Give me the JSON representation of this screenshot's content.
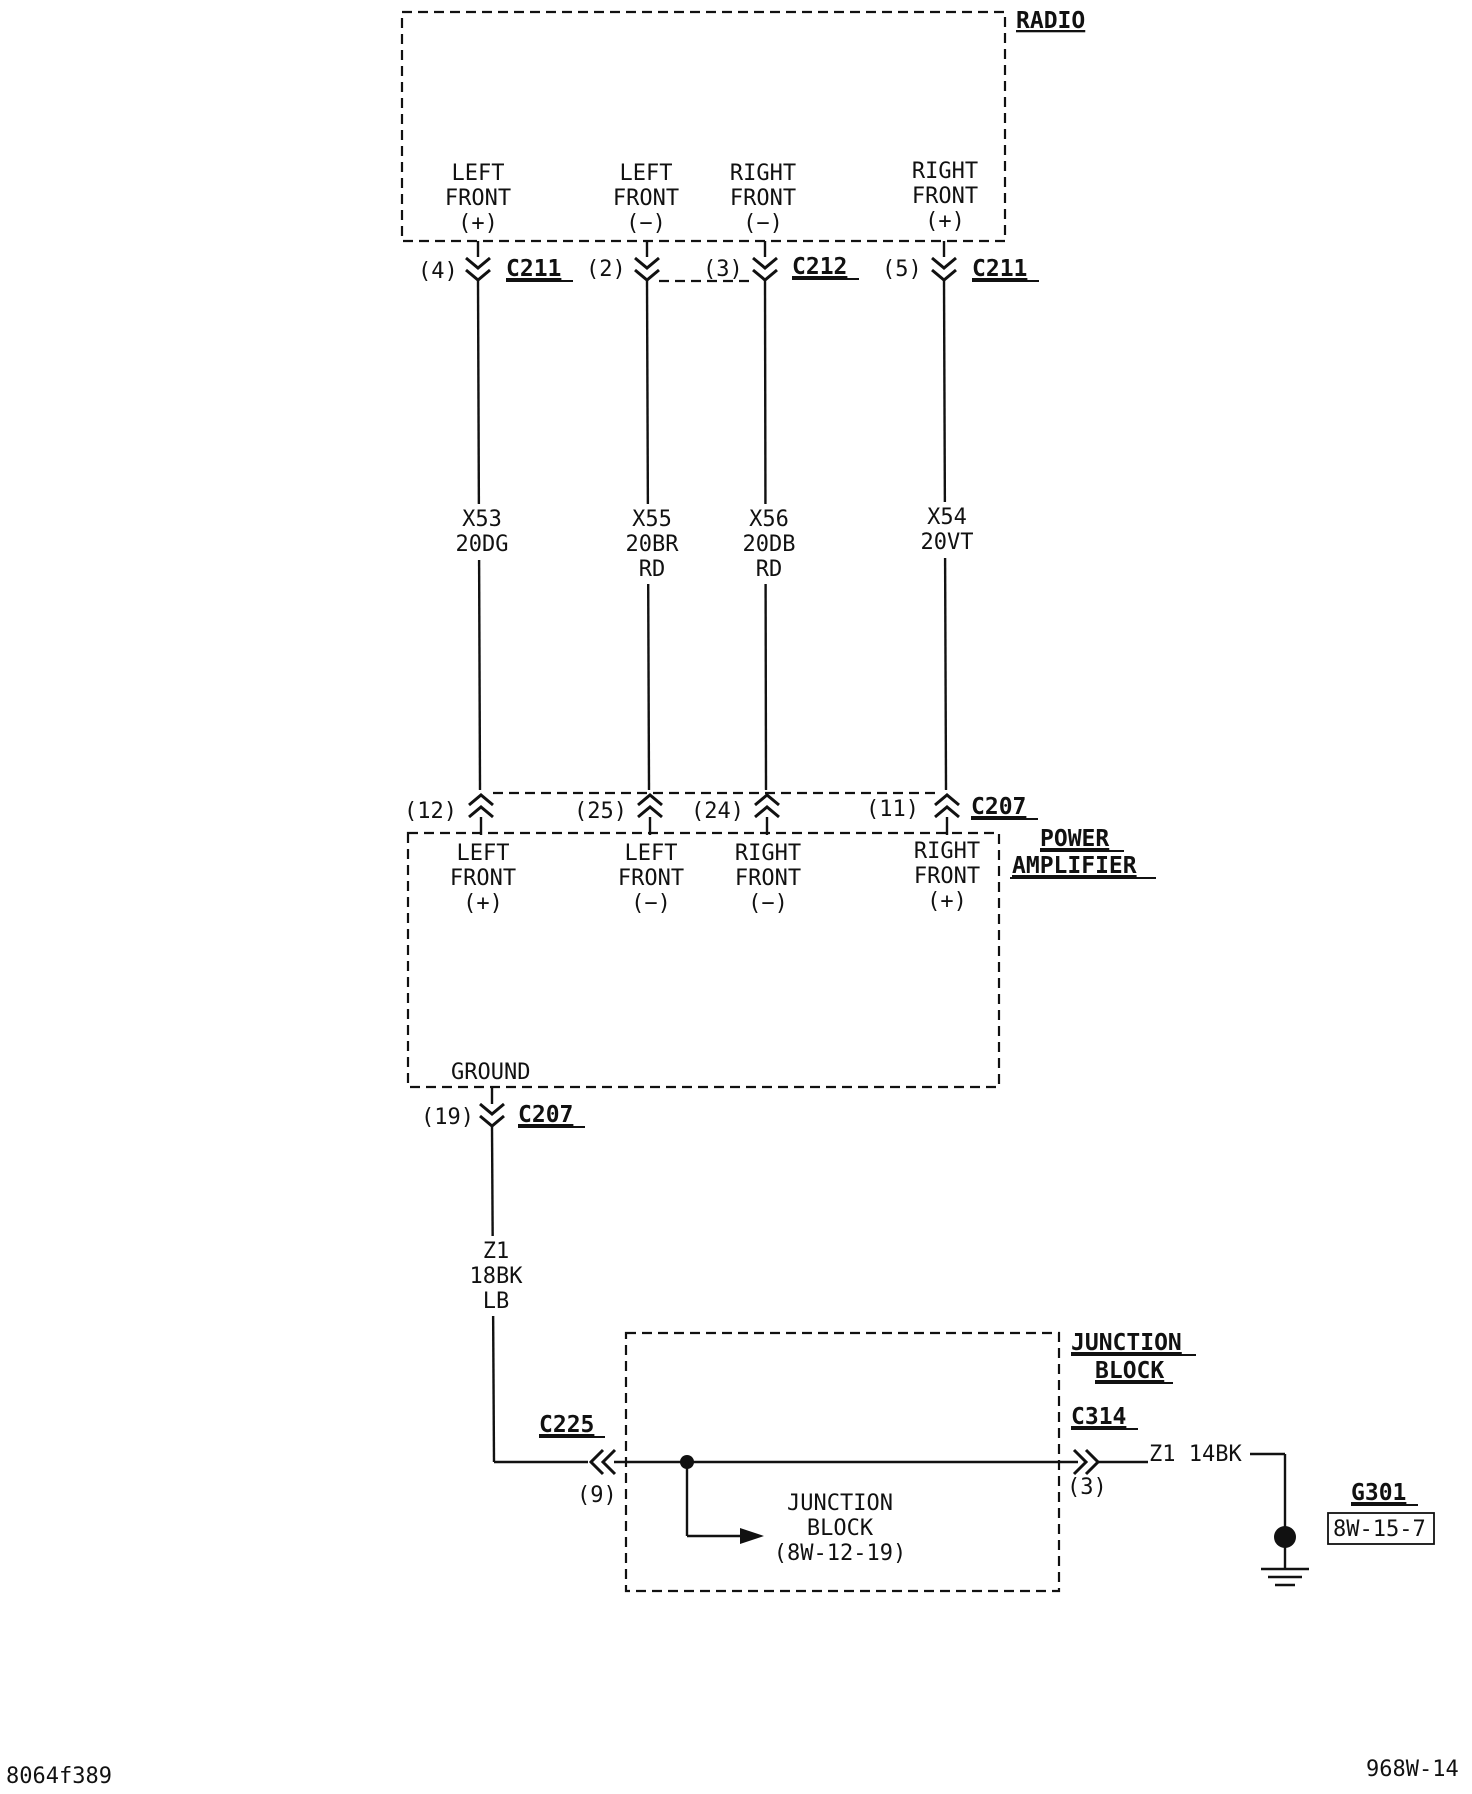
{
  "components": {
    "radio": {
      "title": "RADIO",
      "pins": [
        {
          "l1": "LEFT",
          "l2": "FRONT",
          "l3": "(+)"
        },
        {
          "l1": "LEFT",
          "l2": "FRONT",
          "l3": "(−)"
        },
        {
          "l1": "RIGHT",
          "l2": "FRONT",
          "l3": "(−)"
        },
        {
          "l1": "RIGHT",
          "l2": "FRONT",
          "l3": "(+)"
        }
      ]
    },
    "amplifier": {
      "title_line1": "POWER",
      "title_line2": "AMPLIFIER",
      "pins": [
        {
          "l1": "LEFT",
          "l2": "FRONT",
          "l3": "(+)"
        },
        {
          "l1": "LEFT",
          "l2": "FRONT",
          "l3": "(−)"
        },
        {
          "l1": "RIGHT",
          "l2": "FRONT",
          "l3": "(−)"
        },
        {
          "l1": "RIGHT",
          "l2": "FRONT",
          "l3": "(+)"
        }
      ],
      "ground_label": "GROUND"
    },
    "junction_block": {
      "title_line1": "JUNCTION",
      "title_line2": "BLOCK",
      "inner_line1": "JUNCTION",
      "inner_line2": "BLOCK",
      "inner_ref": "(8W-12-19)"
    }
  },
  "connectors": {
    "top": [
      {
        "pin": "(4)",
        "name": "C211"
      },
      {
        "pin": "(2)",
        "name": ""
      },
      {
        "pin": "(3)",
        "name": "C212"
      },
      {
        "pin": "(5)",
        "name": "C211"
      }
    ],
    "amp": [
      {
        "pin": "(12)"
      },
      {
        "pin": "(25)"
      },
      {
        "pin": "(24)"
      },
      {
        "pin": "(11)",
        "name": "C207"
      }
    ],
    "ground": {
      "pin": "(19)",
      "name": "C207"
    },
    "c225": {
      "pin": "(9)",
      "name": "C225"
    },
    "c314": {
      "pin": "(3)",
      "name": "C314"
    }
  },
  "wires": [
    {
      "circuit": "X53",
      "gauge_color": "20DG",
      "tracer": ""
    },
    {
      "circuit": "X55",
      "gauge_color": "20BR",
      "tracer": "RD"
    },
    {
      "circuit": "X56",
      "gauge_color": "20DB",
      "tracer": "RD"
    },
    {
      "circuit": "X54",
      "gauge_color": "20VT",
      "tracer": ""
    }
  ],
  "ground_wire": {
    "circuit": "Z1",
    "gauge_color": "18BK",
    "tracer": "LB"
  },
  "output_wire": {
    "label": "Z1 14BK"
  },
  "ground_point": {
    "name": "G301",
    "ref": "8W-15-7"
  },
  "footer": {
    "left": "8064f389",
    "right": "968W-14"
  }
}
